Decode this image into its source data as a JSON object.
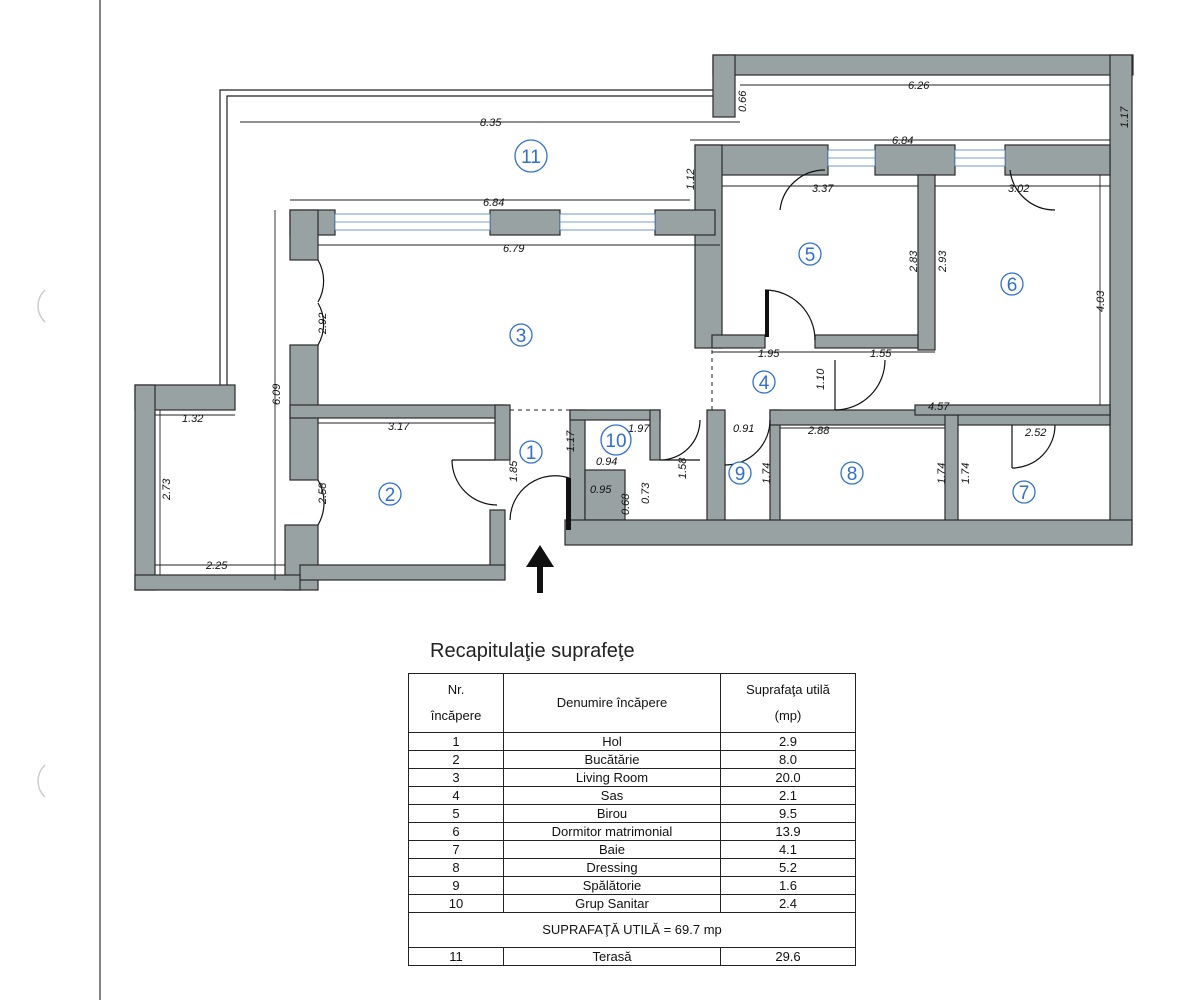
{
  "plan": {
    "rooms": [
      "1",
      "2",
      "3",
      "4",
      "5",
      "6",
      "7",
      "8",
      "9",
      "10",
      "11"
    ],
    "dimensions": [
      "6.26",
      "0.66",
      "1.17",
      "8.35",
      "6.84",
      "1.12",
      "6.84",
      "6.79",
      "3.37",
      "3.02",
      "2.83",
      "2.93",
      "4.03",
      "2.92",
      "6.09",
      "1.32",
      "3.17",
      "1.85",
      "1.17",
      "1.97",
      "0.94",
      "1.58",
      "0.95",
      "0.68",
      "0.73",
      "1.95",
      "1.55",
      "1.10",
      "0.91",
      "4.57",
      "2.88",
      "2.52",
      "1.74",
      "1.74",
      "1.74",
      "2.73",
      "2.58",
      "2.25"
    ],
    "entrance_icon": "arrow-up-icon"
  },
  "summary": {
    "title": "Recapitulaţie suprafeţe",
    "headers": {
      "nr_line1": "Nr.",
      "nr_line2": "încăpere",
      "name": "Denumire încăpere",
      "area_line1": "Suprafaţa utilă",
      "area_line2": "(mp)"
    },
    "rows": [
      {
        "nr": "1",
        "name": "Hol",
        "area": "2.9"
      },
      {
        "nr": "2",
        "name": "Bucătărie",
        "area": "8.0"
      },
      {
        "nr": "3",
        "name": "Living Room",
        "area": "20.0"
      },
      {
        "nr": "4",
        "name": "Sas",
        "area": "2.1"
      },
      {
        "nr": "5",
        "name": "Birou",
        "area": "9.5"
      },
      {
        "nr": "6",
        "name": "Dormitor matrimonial",
        "area": "13.9"
      },
      {
        "nr": "7",
        "name": "Baie",
        "area": "4.1"
      },
      {
        "nr": "8",
        "name": "Dressing",
        "area": "5.2"
      },
      {
        "nr": "9",
        "name": "Spălătorie",
        "area": "1.6"
      },
      {
        "nr": "10",
        "name": "Grup Sanitar",
        "area": "2.4"
      }
    ],
    "total": "SUPRAFAŢĂ UTILĂ = 69.7 mp",
    "extra_rows": [
      {
        "nr": "11",
        "name": "Terasă",
        "area": "29.6"
      }
    ]
  }
}
